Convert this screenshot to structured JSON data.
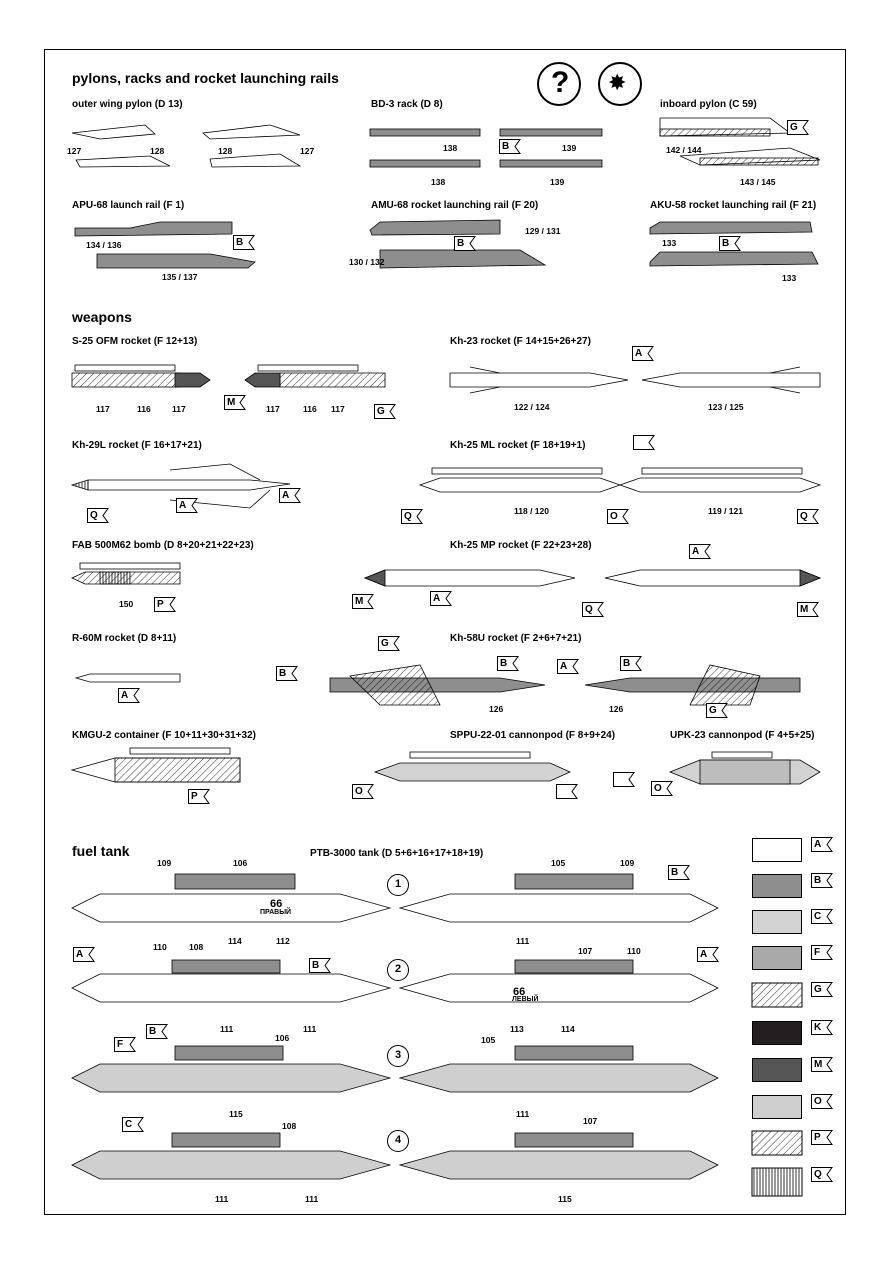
{
  "sections": {
    "pylons": "pylons, racks and rocket launching rails",
    "weapons": "weapons",
    "fuel": "fuel tank"
  },
  "titles": {
    "outer_pylon": "outer wing pylon (D 13)",
    "bd3": "BD-3 rack (D 8)",
    "inboard": "inboard pylon (C 59)",
    "apu68": "APU-68 launch rail (F 1)",
    "amu68": "AMU-68 rocket launching rail (F 20)",
    "aku58": "AKU-58 rocket launching rail (F 21)",
    "s25": "S-25 OFM rocket  (F 12+13)",
    "kh23": "Kh-23  rocket (F 14+15+26+27)",
    "kh29": "Kh-29L rocket   (F 16+17+21)",
    "kh25ml": "Kh-25 ML rocket  (F 18+19+1)",
    "fab": "FAB 500M62 bomb (D 8+20+21+22+23)",
    "kh25mp": "Kh-25 MP rocket (F 22+23+28)",
    "r60": "R-60M rocket (D 8+11)",
    "kh58": "Kh-58U rocket (F 2+6+7+21)",
    "kmgu": "KMGU-2 container (F 10+11+30+31+32)",
    "sppu": "SPPU-22-01 cannonpod (F 8+9+24)",
    "upk": "UPK-23 cannonpod (F 4+5+25)",
    "ptb": "PTB-3000 tank (D 5+6+16+17+18+19)"
  },
  "parts": {
    "p127a": "127",
    "p128a": "128",
    "p128b": "128",
    "p127b": "127",
    "p138a": "138",
    "p139a": "139",
    "p138b": "138",
    "p139b": "139",
    "p142": "142 / 144",
    "p143": "143 / 145",
    "p134": "134 / 136",
    "p135": "135 / 137",
    "p129": "129 / 131",
    "p130": "130 / 132",
    "p133a": "133",
    "p133b": "133",
    "s117a": "117",
    "s116a": "116",
    "s117b": "117",
    "s117c": "117",
    "s116b": "116",
    "s117d": "117",
    "p122": "122 / 124",
    "p123": "123 / 125",
    "p118": "118 / 120",
    "p119": "119 / 121",
    "p150": "150",
    "p126a": "126",
    "p126b": "126",
    "f109a": "109",
    "f106a": "106",
    "f114a": "114",
    "f112": "112",
    "f66a": "66",
    "fstr1": "ПРАВЫЙ",
    "f105a": "105",
    "f109b": "109",
    "f111a": "111",
    "f110a": "110",
    "f108a": "108",
    "f111b": "111",
    "f111c": "111",
    "f107a": "107",
    "f110b": "110",
    "f113": "113",
    "f114b": "114",
    "f66b": "66",
    "fstr2": "ЛЕВЫЙ",
    "f106b": "106",
    "f115a": "115",
    "f105b": "105",
    "f111d": "111",
    "f108b": "108",
    "f111e": "111",
    "f111f": "111",
    "f107b": "107",
    "f115b": "115"
  },
  "circles": [
    "1",
    "2",
    "3",
    "4"
  ],
  "flags": {
    "f_bd3": "B",
    "f_inb": "G",
    "f_apu": "B",
    "f_amu": "B",
    "f_aku": "B",
    "f_s25m": "M",
    "f_s25g": "G",
    "f_kh23": "A",
    "f_kh29a": "A",
    "f_kh29a2": "A",
    "f_kh29q": "Q",
    "f_mlq1": "Q",
    "f_mlo": "O",
    "f_mlq2": "Q",
    "f_mlblank": "",
    "f_fabp": "P",
    "f_mpm1": "M",
    "f_mpa1": "A",
    "f_mpq": "Q",
    "f_mpa2": "A",
    "f_mpm2": "M",
    "f_r60a": "A",
    "f_58g1": "G",
    "f_58b1": "B",
    "f_58b2": "B",
    "f_58a": "A",
    "f_58b3": "B",
    "f_58g2": "G",
    "f_kmgup": "P",
    "f_sppuo": "O",
    "f_sppub": "",
    "f_upkb": "",
    "f_upko": "O",
    "f_t1b": "B",
    "f_t1a": "A",
    "f_t2b": "B",
    "f_t2a": "A",
    "f_t3b": "B",
    "f_t3f": "F",
    "f_t3c": "C"
  },
  "legend": [
    {
      "code": "A",
      "fill": "#ffffff"
    },
    {
      "code": "B",
      "fill": "#8e8e8e"
    },
    {
      "code": "C",
      "fill": "#d2d2d2"
    },
    {
      "code": "F",
      "fill": "#a9a9a9"
    },
    {
      "code": "G",
      "fill": "hatch"
    },
    {
      "code": "K",
      "fill": "#231f20"
    },
    {
      "code": "M",
      "fill": "#555555"
    },
    {
      "code": "O",
      "fill": "#cfcfcf"
    },
    {
      "code": "P",
      "fill": "hatch2"
    },
    {
      "code": "Q",
      "fill": "vlines"
    }
  ]
}
